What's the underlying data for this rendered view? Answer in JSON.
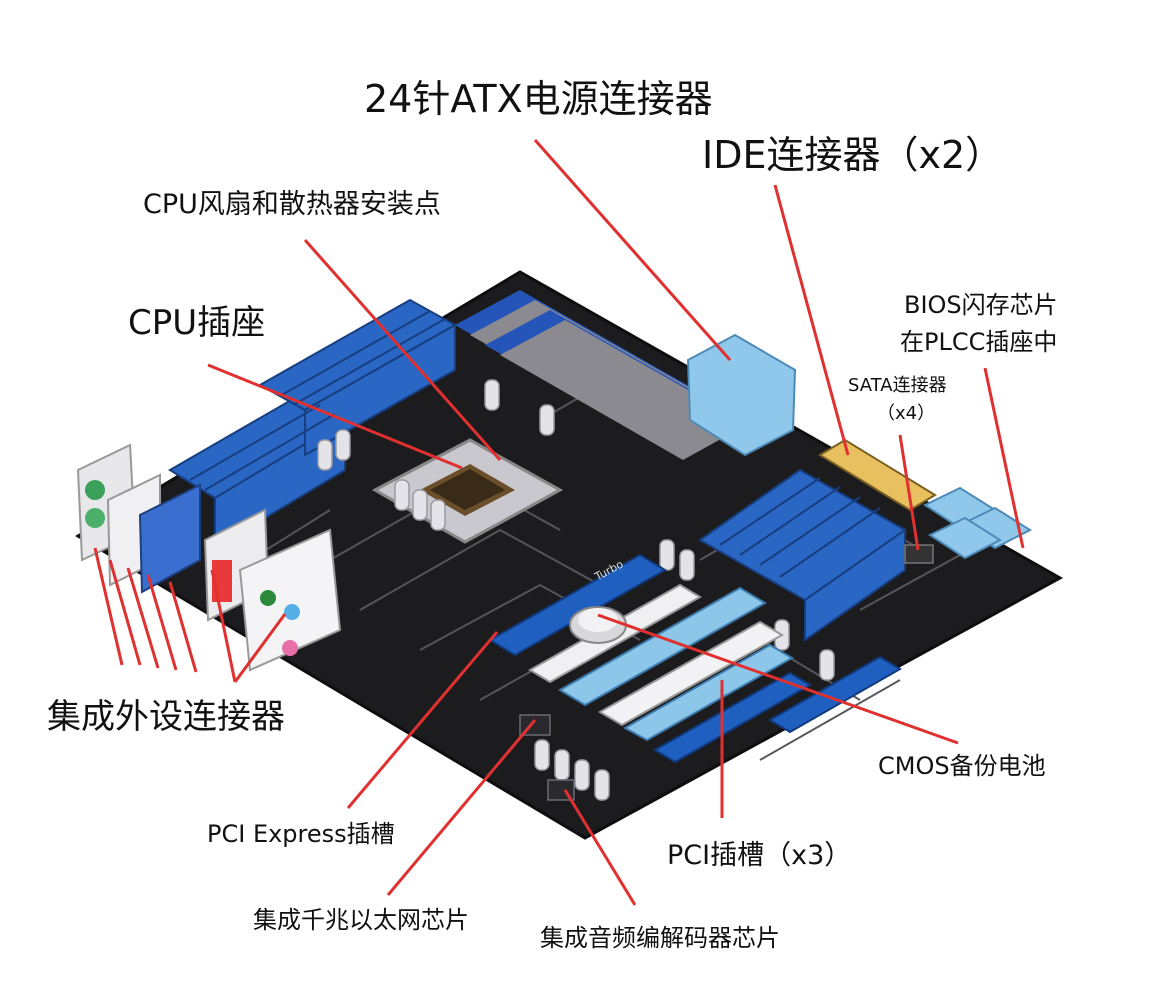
{
  "labels": {
    "atx": "24针ATX电源连接器",
    "ide": "IDE连接器（x2）",
    "cpu_fan": "CPU风扇和散热器安装点",
    "cpu_socket": "CPU插座",
    "bios_l1": "BIOS闪存芯片",
    "bios_l2": "在PLCC插座中",
    "sata_l1": "SATA连接器",
    "sata_l2": "（x4）",
    "peripheral": "集成外设连接器",
    "cmos": "CMOS备份电池",
    "pcie": "PCI Express插槽",
    "pci": "PCI插槽（x3）",
    "ethernet": "集成千兆以太网芯片",
    "audio": "集成音频编解码器芯片",
    "board_text_turbo": "Turbo"
  },
  "colors": {
    "leader_line": "#e03030",
    "board": "#1c1c1e",
    "board_edge": "#0e0e10",
    "heatsink_blue": "#2a66c4",
    "slot_blue": "#1f5fbf",
    "slot_light_blue": "#8cc6e8",
    "trace": "#5a5a60",
    "silver": "#d8d8dc"
  }
}
